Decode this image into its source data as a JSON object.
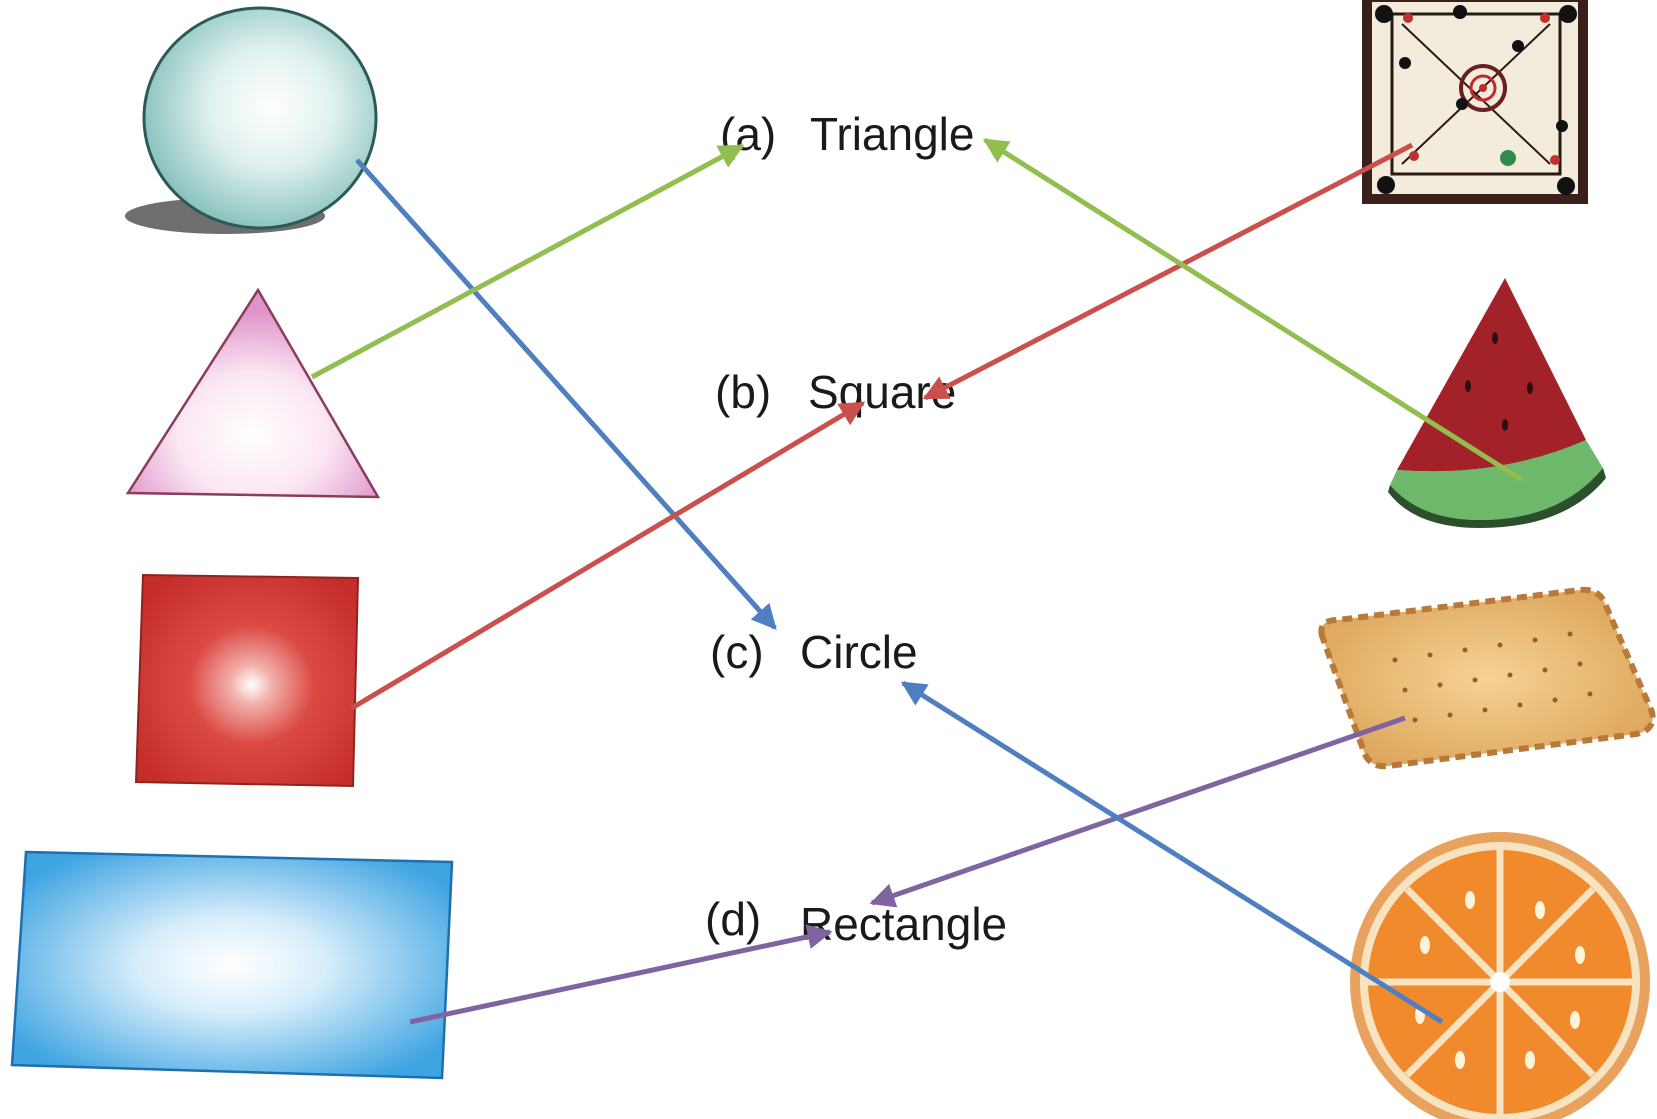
{
  "labels": [
    {
      "letter": "(a)",
      "text": "Triangle"
    },
    {
      "letter": "(b)",
      "text": "Square"
    },
    {
      "letter": "(c)",
      "text": "Circle"
    },
    {
      "letter": "(d)",
      "text": "Rectangle"
    }
  ],
  "shapes_left": [
    "sphere",
    "triangle",
    "square",
    "rectangle"
  ],
  "objects_right": [
    "carrom-board",
    "watermelon-slice",
    "biscuit",
    "orange-slice"
  ],
  "connections": [
    {
      "from": "sphere",
      "to": "Circle",
      "color": "#4f7fc0"
    },
    {
      "from": "triangle",
      "to": "Triangle",
      "color": "#92bd4f"
    },
    {
      "from": "square",
      "to": "Square",
      "color": "#c9504b"
    },
    {
      "from": "rectangle",
      "to": "Rectangle",
      "color": "#8064a2"
    },
    {
      "from": "carrom-board",
      "to": "Square",
      "color": "#c9504b"
    },
    {
      "from": "watermelon-slice",
      "to": "Triangle",
      "color": "#92bd4f"
    },
    {
      "from": "biscuit",
      "to": "Rectangle",
      "color": "#8064a2"
    },
    {
      "from": "orange-slice",
      "to": "Circle",
      "color": "#4f7fc0"
    }
  ]
}
